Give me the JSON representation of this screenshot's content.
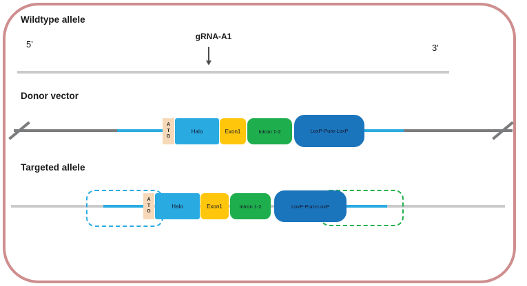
{
  "colors": {
    "frame_border": "#CF8E8E",
    "allele_line_gray": "#C9CACB",
    "vector_line_gray": "#7B7C7E",
    "homology_arm_blue": "#29ABE2",
    "atg_box": "#F7D9B9",
    "halo_box": "#29ABE2",
    "exon_box": "#FFC60B",
    "intron_box": "#1FAE4D",
    "loxp_box": "#1B75BC",
    "dashed_box_left": "#29ABE2",
    "dashed_box_right": "#22B14C",
    "grna_arrow": "#4C4C4E"
  },
  "wildtype": {
    "title": "Wildtype allele",
    "grna_label": "gRNA-A1",
    "five_prime": "5'",
    "three_prime": "3'"
  },
  "donor": {
    "title": "Donor vector",
    "atg": "A\nT\nG",
    "halo": "Halo",
    "exon": "Exon1",
    "intron": "Intron 1-2",
    "loxp": "LoxP-Puro-LoxP"
  },
  "targeted": {
    "title": "Targeted allele",
    "atg": "A\nT\nG",
    "halo": "Halo",
    "exon": "Exon1",
    "intron": "Intron 1-2",
    "loxp": "LoxP-Puro-LoxP"
  }
}
